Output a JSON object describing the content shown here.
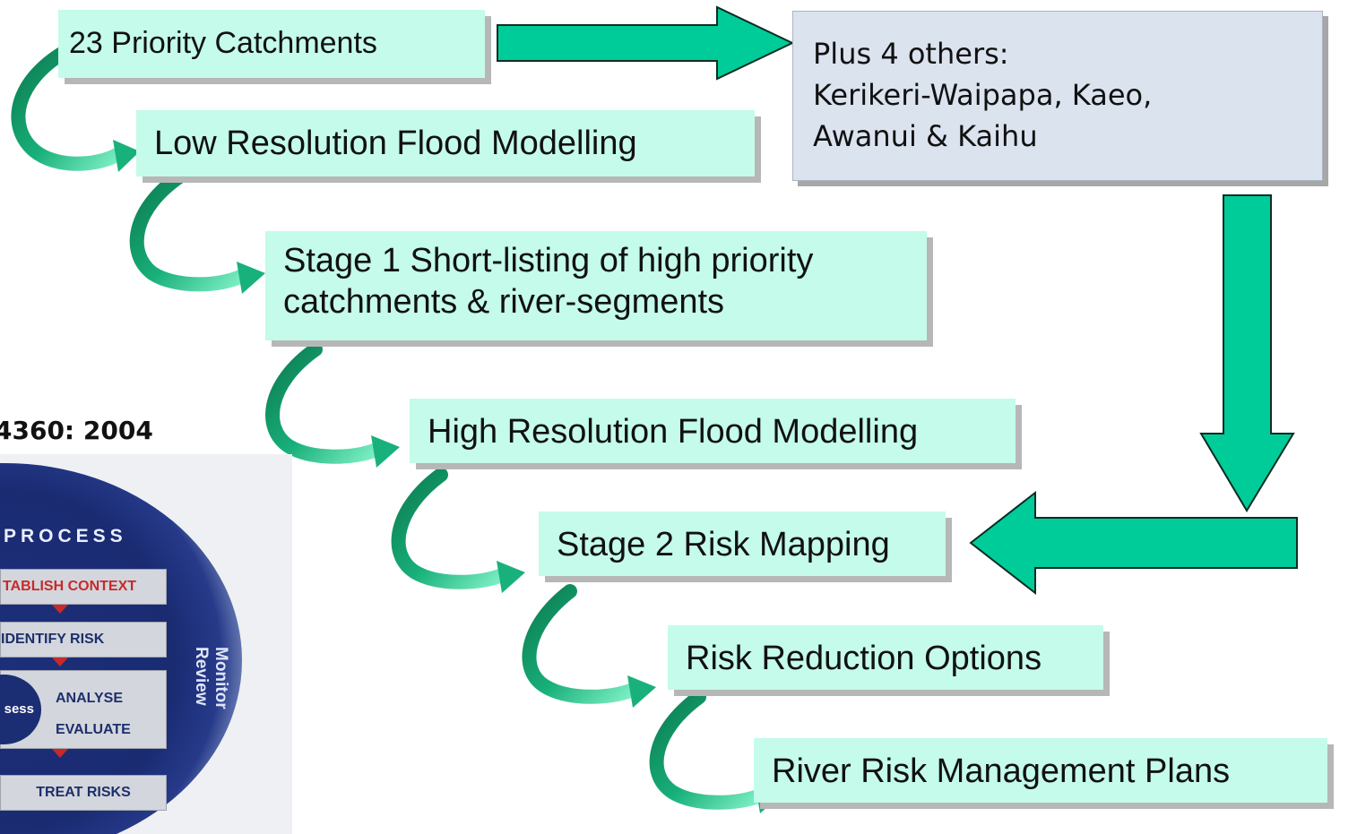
{
  "flow_steps": [
    "23 Priority Catchments",
    "Low Resolution Flood Modelling",
    [
      "Stage 1 Short-listing of high priority",
      "catchments & river-segments"
    ],
    "High Resolution Flood Modelling",
    "Stage 2 Risk Mapping",
    "Risk Reduction Options",
    "River Risk Management Plans"
  ],
  "additional_catchments": {
    "lines": [
      "Plus 4 others:",
      "Kerikeri-Waipapa, Kaeo,",
      "Awanui & Kaihu"
    ]
  },
  "standard_label": "4360: 2004",
  "risk_process_graphic": {
    "title": "PROCESS",
    "steps": [
      "TABLISH CONTEXT",
      "IDENTIFY RISK",
      "ANALYSE",
      "EVALUATE",
      "TREAT RISKS"
    ],
    "assess_label": "sess",
    "side_labels": [
      "Monitor",
      "Review"
    ]
  },
  "colors": {
    "box_fill": "#c4fbea",
    "arrow_fill": "#00cc99",
    "arrow_outline": "#0a2e22",
    "curved_arrow": "#0f8f60",
    "grey_box_fill": "#dbe3ef"
  }
}
